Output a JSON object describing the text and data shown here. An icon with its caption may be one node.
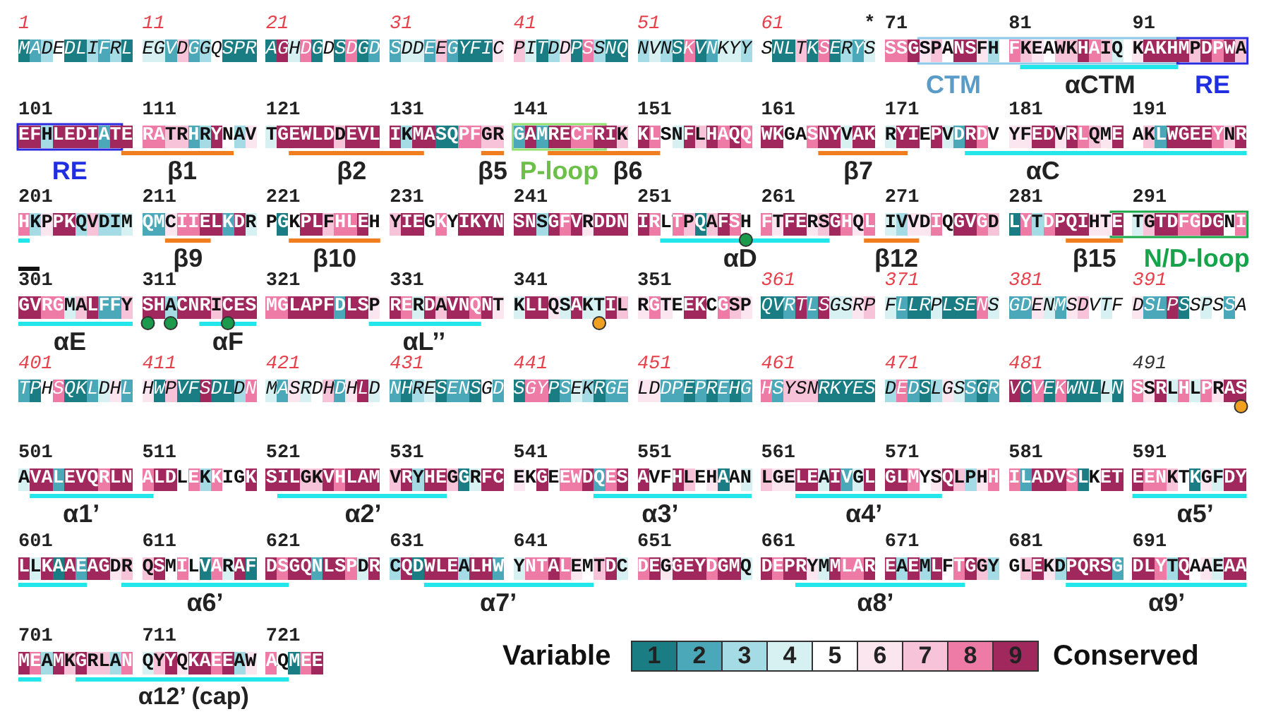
{
  "diagram": {
    "labels": [
      "1",
      "MADEDLIFRL",
      "11",
      "EGVDGGQSPR",
      "21",
      "AGHDGDSDGD",
      "31",
      "SDDEEGYFIC",
      "41",
      "PITDDPSSNQ",
      "51",
      "NVNSKVNKYY",
      "61",
      "SNLTKSERYS",
      "71",
      "SSGSPANSFH",
      "81",
      "FKEAWKHAIQ",
      "91",
      "KAKHMPDPWA",
      "*",
      "CTM",
      "αCTM",
      "RE",
      "101",
      "EFHLEDIATE",
      "111",
      "RATRHRYNAV",
      "121",
      "TGEWLDDEVL",
      "131",
      "IKMASQPFGR",
      "141",
      "GAMRECFRIK",
      "151",
      "KLSNFLHAQQ",
      "161",
      "WKGASNYVAK",
      "171",
      "RYIEPVDRDV",
      "181",
      "YFEDVRLQME",
      "191",
      "AKLWGEEYNR",
      "RE",
      "β1",
      "β2",
      "β5",
      "P-loop",
      "β6",
      "β7",
      "αC",
      "201",
      "HKPPKQVDIM",
      "211",
      "QMCIIELKDR",
      "221",
      "PGKPLFHLEH",
      "231",
      "YIEGKYIKYN",
      "241",
      "SNSGFVRDDN",
      "251",
      "IRLTPQAFSH",
      "261",
      "FTFERSGHQL",
      "271",
      "IVVDIQGVGD",
      "281",
      "LYTDPQIHTE",
      "291",
      "TGTDFGDGNI",
      "β9",
      "β10",
      "αD",
      "β12",
      "β15",
      "N/D-loop",
      "301",
      "GVRGMALFFY",
      "311",
      "SHACNRICES",
      "321",
      "MGLAPFDLSP",
      "331",
      "RERDAVNQNT",
      "341",
      "KLLQSAKTIL",
      "351",
      "RGTEEKCGSP",
      "361",
      "QVRTLSGSRP",
      "371",
      "FLLRPLSENS",
      "381",
      "GDENMSDVTF",
      "391",
      "DSLPSSPSSA",
      "αE",
      "αF",
      "αL’’",
      "401",
      "TPHSQKLDHL",
      "411",
      "HWPVFSDLDN",
      "421",
      "MASRDHDHLD",
      "431",
      "NHRESENSGD",
      "441",
      "SGYPSEKRGE",
      "451",
      "LDDPEPREHG",
      "461",
      "HSYSNRKYES",
      "471",
      "DEDSLGSSGR",
      "481",
      "VCVEKWNLLN",
      "491",
      "SSRLHLPRAS",
      "501",
      "AVALEVQRLN",
      "511",
      "ALDLEKKIGK",
      "521",
      "SILGKVHLAM",
      "531",
      "VRYHEGGRFC",
      "541",
      "EKGEEWDQES",
      "551",
      "AVFHLEHAAN",
      "561",
      "LGELEAIVGL",
      "571",
      "GLMYSQLPHH",
      "581",
      "ILADVSLKET",
      "591",
      "EENKTKGFDY",
      "α1’",
      "α2’",
      "α3’",
      "α4’",
      "α5’",
      "601",
      "LLKAAEAGDR",
      "611",
      "QSMILVARAF",
      "621",
      "DSGQNLSPDR",
      "631",
      "CQDWLEALHW",
      "641",
      "YNTALEMTDC",
      "651",
      "DEGGEYDGMQ",
      "661",
      "DEPRYMMLAR",
      "671",
      "EAEMLFTGGY",
      "681",
      "GLEKDPQRSG",
      "691",
      "DLYTQAAEAA",
      "α6’",
      "α7’",
      "α8’",
      "α9’",
      "701",
      "MEAMKGRLAN",
      "711",
      "QYYQKAEEAW",
      "721",
      "AQMEE",
      "α12’ (cap)",
      "Variable",
      "Conserved"
    ],
    "legend": [
      {
        "text": "1",
        "color": "#1a7d83"
      },
      {
        "text": "2",
        "color": "#4aa8b8"
      },
      {
        "text": "3",
        "color": "#a5dbe4"
      },
      {
        "text": "4",
        "color": "#d7f0f2"
      },
      {
        "text": "5",
        "color": "#ffffff"
      },
      {
        "text": "6",
        "color": "#fbe6f0"
      },
      {
        "text": "7",
        "color": "#f6c3d8"
      },
      {
        "text": "8",
        "color": "#ee7aa6"
      },
      {
        "text": "9",
        "color": "#a0285c"
      }
    ]
  }
}
